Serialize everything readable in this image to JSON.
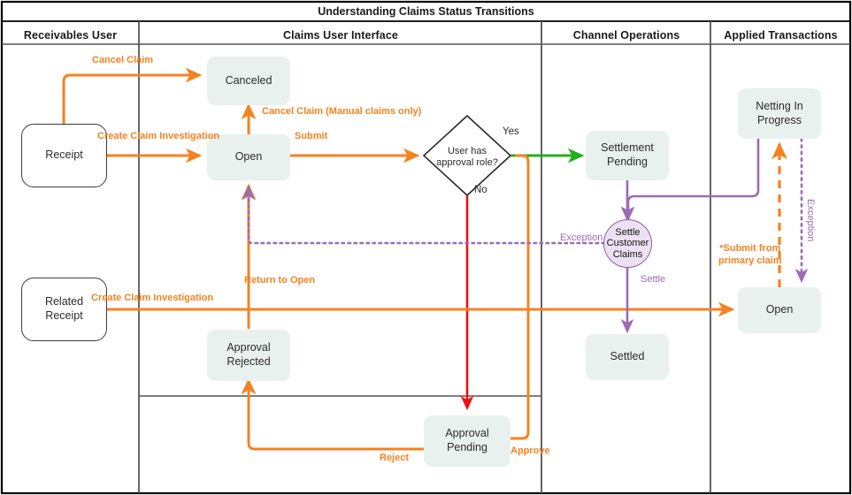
{
  "title": "Understanding Claims Status Transitions",
  "lanes": [
    {
      "id": "receivables-user",
      "label": "Receivables User"
    },
    {
      "id": "claims-user-interface",
      "label": "Claims User Interface"
    },
    {
      "id": "channel-operations",
      "label": "Channel Operations"
    },
    {
      "id": "applied-transactions",
      "label": "Applied Transactions"
    }
  ],
  "nodes": {
    "receipt": "Receipt",
    "related_receipt": "Related\nReceipt",
    "canceled": "Canceled",
    "open_claims": "Open",
    "approval_rejected": "Approval\nRejected",
    "approval_pending": "Approval\nPending",
    "settlement_pending": "Settlement\nPending",
    "settle_customer_claims": "Settle\nCustomer\nClaims",
    "settled": "Settled",
    "netting_in_progress": "Netting In\nProgress",
    "open_applied": "Open"
  },
  "decision": {
    "question": "User has\napproval role?",
    "yes": "Yes",
    "no": "No"
  },
  "edge_labels": {
    "cancel_claim": "Cancel Claim",
    "create_claim_investigation_1": "Create Claim Investigation",
    "create_claim_investigation_2": "Create Claim Investigation",
    "cancel_claim_manual": "Cancel Claim (Manual claims only)",
    "submit": "Submit",
    "return_to_open": "Return to Open",
    "reject": "Reject",
    "approve": "Approve",
    "exception_left": "Exception",
    "exception_right": "Exception",
    "settle": "Settle",
    "submit_from_primary_claim": "*Submit from\nprimary claim"
  },
  "colors": {
    "orange": "#f58220",
    "green": "#22b01a",
    "red": "#ee1111",
    "purple": "#9b6bb5",
    "state_fill": "#e9f1ee",
    "circle_fill": "#ece1f2",
    "border": "#3c3c3c",
    "lane_divider": "#555555"
  }
}
